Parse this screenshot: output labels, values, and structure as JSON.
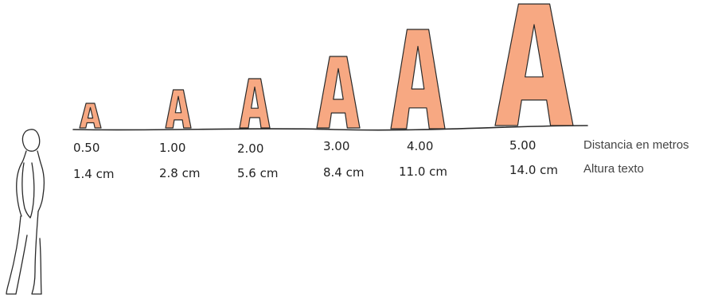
{
  "samples": [
    {
      "letter": "A",
      "distance": "0.50",
      "height": "1.4 cm"
    },
    {
      "letter": "A",
      "distance": "1.00",
      "height": "2.8 cm"
    },
    {
      "letter": "A",
      "distance": "2.00",
      "height": "5.6 cm"
    },
    {
      "letter": "A",
      "distance": "3.00",
      "height": "8.4 cm"
    },
    {
      "letter": "A",
      "distance": "4.00",
      "height": "11.0 cm"
    },
    {
      "letter": "A",
      "distance": "5.00",
      "height": "14.0 cm"
    }
  ],
  "legend": {
    "distance_label": "Distancia en metros",
    "height_label": "Altura texto"
  },
  "colors": {
    "letter_fill": "#F7A882",
    "outline": "#2a2a2a"
  }
}
